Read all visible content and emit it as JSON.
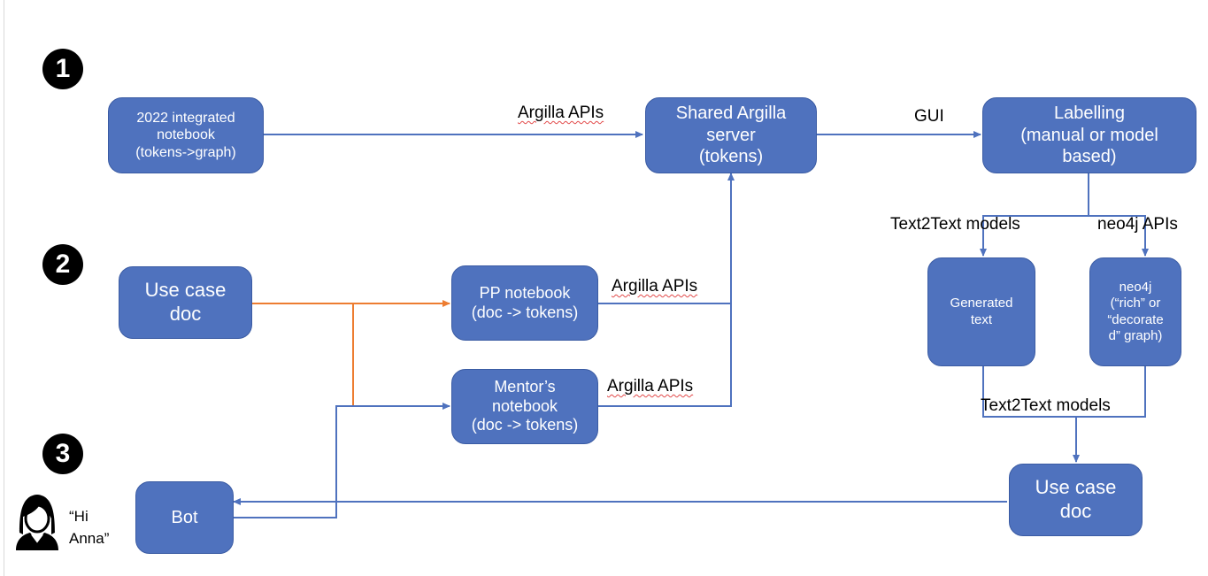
{
  "steps": [
    "1",
    "2",
    "3"
  ],
  "colors": {
    "box": "#4f72be",
    "connector": "#4f72be",
    "doc_connector": "#ed7d31"
  },
  "boxes": {
    "integrated_notebook": "2022 integrated\nnotebook\n(tokens->graph)",
    "shared_server": "Shared Argilla\nserver\n(tokens)",
    "labelling": "Labelling\n(manual or model\nbased)",
    "use_case_doc_input": "Use case\ndoc",
    "pp_notebook": "PP notebook\n(doc -> tokens)",
    "mentor_notebook": "Mentor’s\nnotebook\n(doc -> tokens)",
    "generated_text": "Generated\ntext",
    "neo4j": "neo4j\n(“rich” or\n“decorate\nd” graph)",
    "use_case_doc_output": "Use case\ndoc",
    "bot": "Bot"
  },
  "edge_labels": {
    "argilla_apis_top": "Argilla APIs",
    "gui": "GUI",
    "text2text_models_upper": "Text2Text models",
    "neo4j_apis": "neo4j APIs",
    "argilla_apis_pp": "Argilla APIs",
    "argilla_apis_mentor": "Argilla APIs",
    "text2text_models_lower": "Text2Text models"
  },
  "user": {
    "icon": "user-avatar-icon",
    "greeting": "“Hi\nAnna”"
  }
}
